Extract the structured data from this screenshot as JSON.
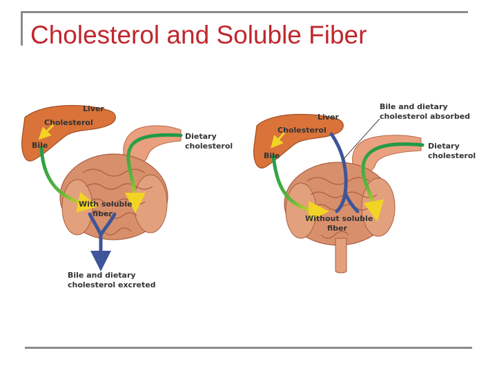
{
  "slide": {
    "title": "Cholesterol and Soluble Fiber"
  },
  "left_panel": {
    "labels": {
      "liver": "Liver",
      "cholesterol": "Cholesterol",
      "bile": "Bile",
      "dietary_1": "Dietary",
      "dietary_2": "cholesterol",
      "fiber_1": "With soluble",
      "fiber_2": "fiber",
      "excreted_1": "Bile and dietary",
      "excreted_2": "cholesterol excreted"
    }
  },
  "right_panel": {
    "labels": {
      "liver": "Liver",
      "cholesterol": "Cholesterol",
      "bile": "Bile",
      "dietary_1": "Dietary",
      "dietary_2": "cholesterol",
      "absorbed_1": "Bile and dietary",
      "absorbed_2": "cholesterol absorbed",
      "fiber_1": "Without soluble",
      "fiber_2": "fiber"
    }
  },
  "colors": {
    "title": "#c0262c",
    "liver": "#d9733a",
    "intestine": "#d8906c",
    "green_arrow": "#22a24a",
    "yellow_arrow": "#f3d224",
    "blue_arrow": "#3f5599"
  }
}
